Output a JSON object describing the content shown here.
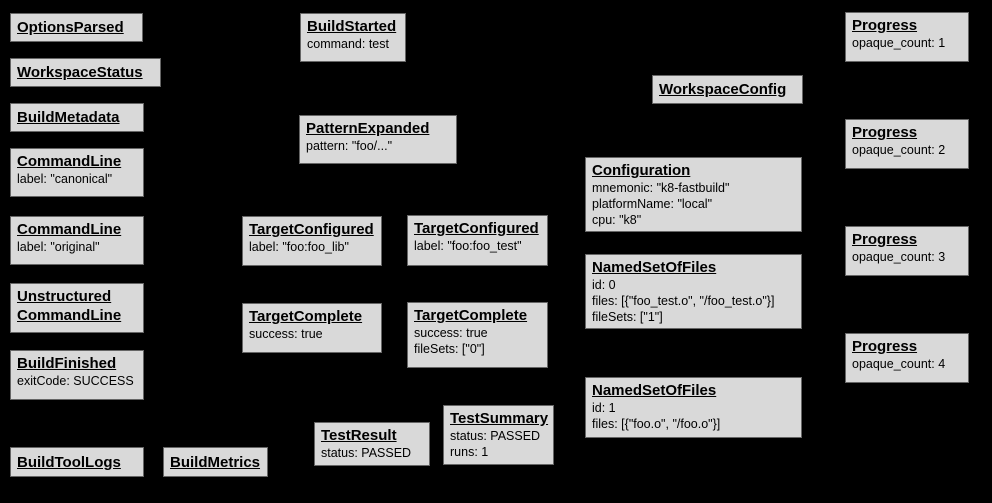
{
  "colors": {
    "background": "#000000",
    "node_fill": "#d9d9d9",
    "node_border": "#666666",
    "text": "#000000"
  },
  "diagram": {
    "description": "Build event protocol event graph",
    "boxes": [
      {
        "title": "OptionsParsed",
        "lines": []
      },
      {
        "title": "WorkspaceStatus",
        "lines": []
      },
      {
        "title": "BuildMetadata",
        "lines": []
      },
      {
        "title": "CommandLine",
        "lines": [
          "label: \"canonical\""
        ]
      },
      {
        "title": "CommandLine",
        "lines": [
          "label: \"original\""
        ]
      },
      {
        "title": "Unstructured CommandLine",
        "lines": []
      },
      {
        "title": "BuildFinished",
        "lines": [
          "exitCode: SUCCESS"
        ]
      },
      {
        "title": "BuildToolLogs",
        "lines": []
      },
      {
        "title": "BuildMetrics",
        "lines": []
      },
      {
        "title": "BuildStarted",
        "lines": [
          "command: test"
        ]
      },
      {
        "title": "PatternExpanded",
        "lines": [
          "pattern: \"foo/...\""
        ]
      },
      {
        "title": "TargetConfigured",
        "lines": [
          "label: \"foo:foo_lib\""
        ]
      },
      {
        "title": "TargetConfigured",
        "lines": [
          "label: \"foo:foo_test\""
        ]
      },
      {
        "title": "TargetComplete",
        "lines": [
          "success: true"
        ]
      },
      {
        "title": "TargetComplete",
        "lines": [
          "success: true",
          "fileSets: [\"0\"]"
        ]
      },
      {
        "title": "TestResult",
        "lines": [
          "status: PASSED"
        ]
      },
      {
        "title": "TestSummary",
        "lines": [
          "status: PASSED",
          "runs: 1"
        ]
      },
      {
        "title": "WorkspaceConfig",
        "lines": []
      },
      {
        "title": "Configuration",
        "lines": [
          "mnemonic: \"k8-fastbuild\"",
          "platformName: \"local\"",
          "cpu: \"k8\""
        ]
      },
      {
        "title": "NamedSetOfFiles",
        "lines": [
          "id: 0",
          "files: [{\"foo_test.o\", \"/foo_test.o\"}]",
          "fileSets: [\"1\"]"
        ]
      },
      {
        "title": "NamedSetOfFiles",
        "lines": [
          "id: 1",
          "files: [{\"foo.o\", \"/foo.o\"}]"
        ]
      },
      {
        "title": "Progress",
        "lines": [
          "opaque_count: 1"
        ]
      },
      {
        "title": "Progress",
        "lines": [
          "opaque_count: 2"
        ]
      },
      {
        "title": "Progress",
        "lines": [
          "opaque_count: 3"
        ]
      },
      {
        "title": "Progress",
        "lines": [
          "opaque_count: 4"
        ]
      }
    ]
  }
}
